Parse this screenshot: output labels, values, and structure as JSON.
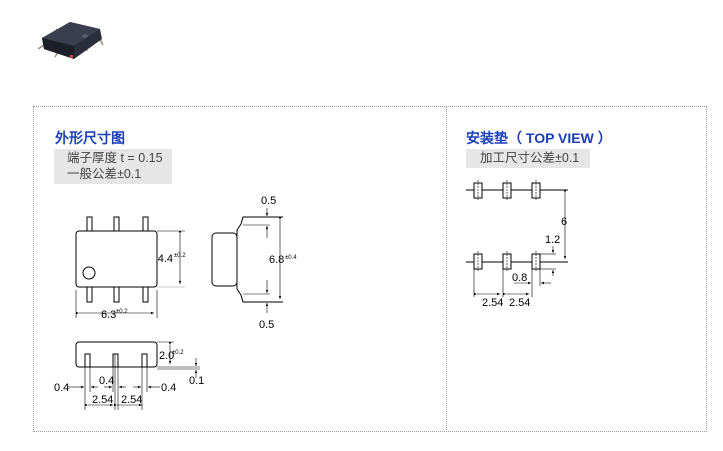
{
  "outline": {
    "title": "外形尺寸图",
    "notes": [
      "端子厚度 t = 0.15",
      "一般公差±0.1"
    ],
    "dims": {
      "width": "6.3",
      "width_tol": "±0.2",
      "height": "4.4",
      "height_tol": "±0.2",
      "overall": "6.8",
      "overall_tol": "±0.4",
      "lead_top": "0.5",
      "lead_bottom": "0.5",
      "thickness": "2.0",
      "thickness_tol": "±0.2",
      "standoff": "0.1",
      "lead_w_left": "0.4",
      "lead_w_mid": "0.4",
      "lead_w_right": "0.4",
      "pitch1": "2.54",
      "pitch2": "2.54"
    }
  },
  "land": {
    "title": "安装垫（ TOP VIEW ）",
    "note": "加工尺寸公差±0.1",
    "dims": {
      "row_spacing": "6",
      "pad_len": "1.2",
      "pad_w": "0.8",
      "pitch1": "2.54",
      "pitch2": "2.54"
    }
  }
}
